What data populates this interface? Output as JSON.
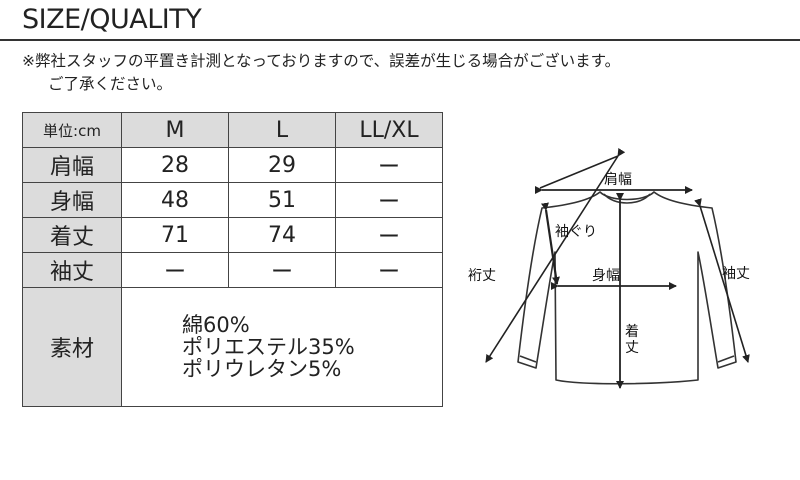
{
  "title": "SIZE/QUALITY",
  "notice": {
    "line1": "※弊社スタッフの平置き計測となっておりますので、誤差が生じる場合がございます。",
    "line2": "ご了承ください。"
  },
  "table": {
    "unit_label": "単位:cm",
    "sizes": [
      "M",
      "L",
      "LL/XL"
    ],
    "rows": [
      {
        "label": "肩幅",
        "values": [
          "28",
          "29",
          "ー"
        ]
      },
      {
        "label": "身幅",
        "values": [
          "48",
          "51",
          "ー"
        ]
      },
      {
        "label": "着丈",
        "values": [
          "71",
          "74",
          "ー"
        ]
      },
      {
        "label": "袖丈",
        "values": [
          "ー",
          "ー",
          "ー"
        ]
      }
    ],
    "material_label": "素材",
    "material_lines": [
      "綿60%",
      "ポリエステル35%",
      "ポリウレタン5%"
    ]
  },
  "diagram": {
    "shoulder": "肩幅",
    "armhole": "袖ぐり",
    "yuki": "裄丈",
    "body_width": "身幅",
    "sleeve": "袖丈",
    "length_1": "着",
    "length_2": "丈"
  }
}
